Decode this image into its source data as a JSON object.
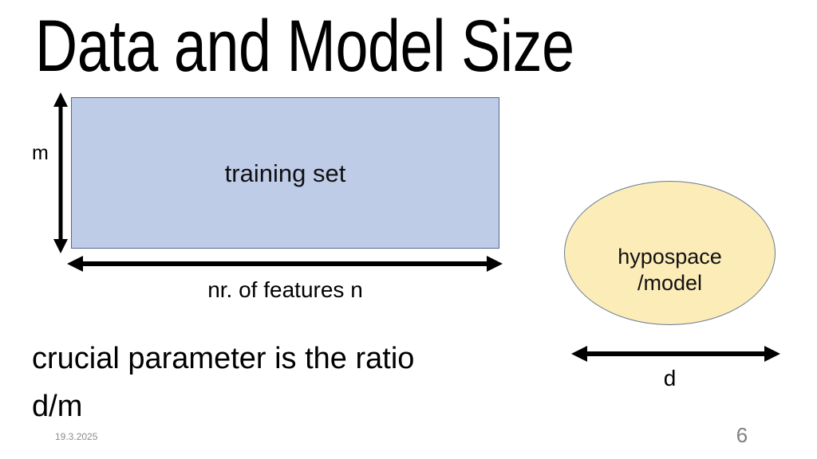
{
  "slide": {
    "title": "Data and Model Size",
    "date": "19.3.2025",
    "number": "6",
    "background_color": "#ffffff"
  },
  "training_set": {
    "label": "training set",
    "fill_color": "#bfcce8",
    "border_color": "#56688f",
    "height_label": "m",
    "width_label": "nr. of features n"
  },
  "hypospace": {
    "label_line1": "hypospace",
    "label_line2": "/model",
    "fill_color": "#fcecb8",
    "border_color": "#6b7a93",
    "width_label": "d"
  },
  "body": {
    "text": "crucial parameter is the ratio d/m"
  }
}
